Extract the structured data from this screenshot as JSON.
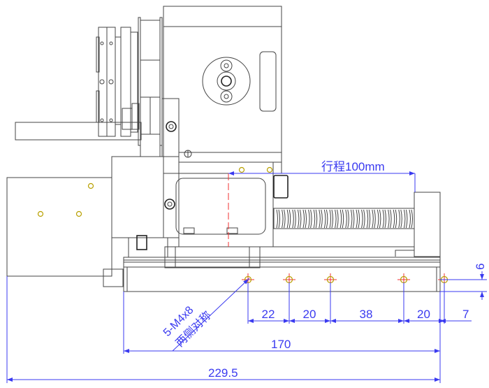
{
  "drawing": {
    "stroke_label": "行程100mm",
    "hole_note_line1": "5-M4x8",
    "hole_note_line2": "两侧对称",
    "spacing_dims": [
      "22",
      "20",
      "38",
      "20",
      "7"
    ],
    "edge_height_dim": "6",
    "rail_length_dim": "170",
    "total_length_dim": "229.5",
    "colors": {
      "dimension": "#3a3af0",
      "centerline": "#f03030",
      "hole": "#b8a000",
      "outline": "#444444"
    }
  }
}
